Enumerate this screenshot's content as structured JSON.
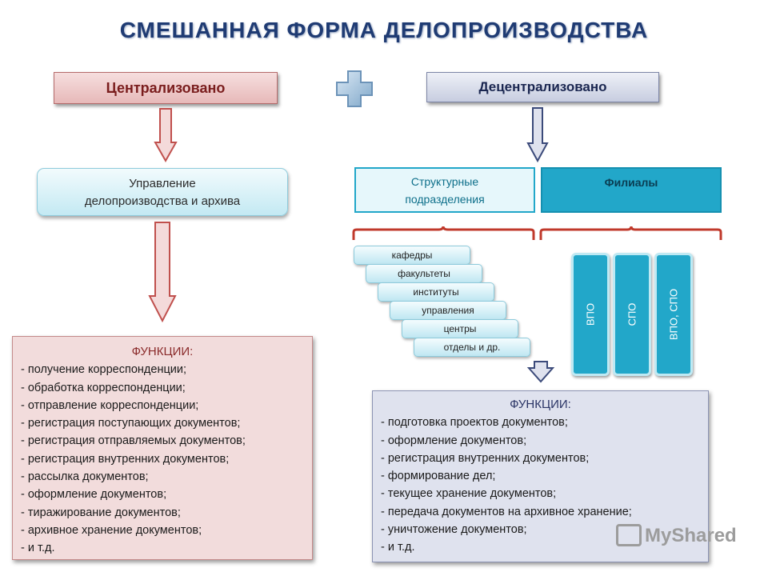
{
  "title": "СМЕШАННАЯ  ФОРМА  ДЕЛОПРОИЗВОДСТВА",
  "left": {
    "header": "Централизовано",
    "management": [
      "Управление",
      "делопроизводства  и  архива"
    ],
    "functions_title": "ФУНКЦИИ:",
    "functions": [
      "- получение  корреспонденции;",
      "- обработка корреспонденции;",
      "- отправление корреспонденции;",
      "- регистрация поступающих документов;",
      "- регистрация отправляемых документов;",
      "- регистрация внутренних  документов;",
      "- рассылка документов;",
      "- оформление документов;",
      "- тиражирование документов;",
      "- архивное хранение документов;",
      "- и т.д."
    ]
  },
  "right": {
    "header": "Децентрализовано",
    "structural": [
      "Структурные",
      "подразделения"
    ],
    "branches": "Филиалы",
    "units": [
      "кафедры",
      "факультеты",
      "институты",
      "управления",
      "центры",
      "отделы и др."
    ],
    "branch_types": [
      "ВПО",
      "СПО",
      "ВПО, СПО"
    ],
    "functions_title": "ФУНКЦИИ:",
    "functions": [
      "- подготовка проектов документов;",
      "- оформление документов;",
      "- регистрация внутренних документов;",
      "- формирование дел;",
      "- текущее хранение документов;",
      "- передача документов на архивное хранение;",
      "- уничтожение документов;",
      "- и т.д."
    ]
  },
  "watermark": "MyShared",
  "colors": {
    "title": "#1f3b73",
    "left_accent": "#c0504d",
    "right_accent": "#22a7c9",
    "plus": "#8fb8d6"
  },
  "icons": [
    "plus-icon",
    "arrow-down-icon",
    "brace-icon"
  ]
}
